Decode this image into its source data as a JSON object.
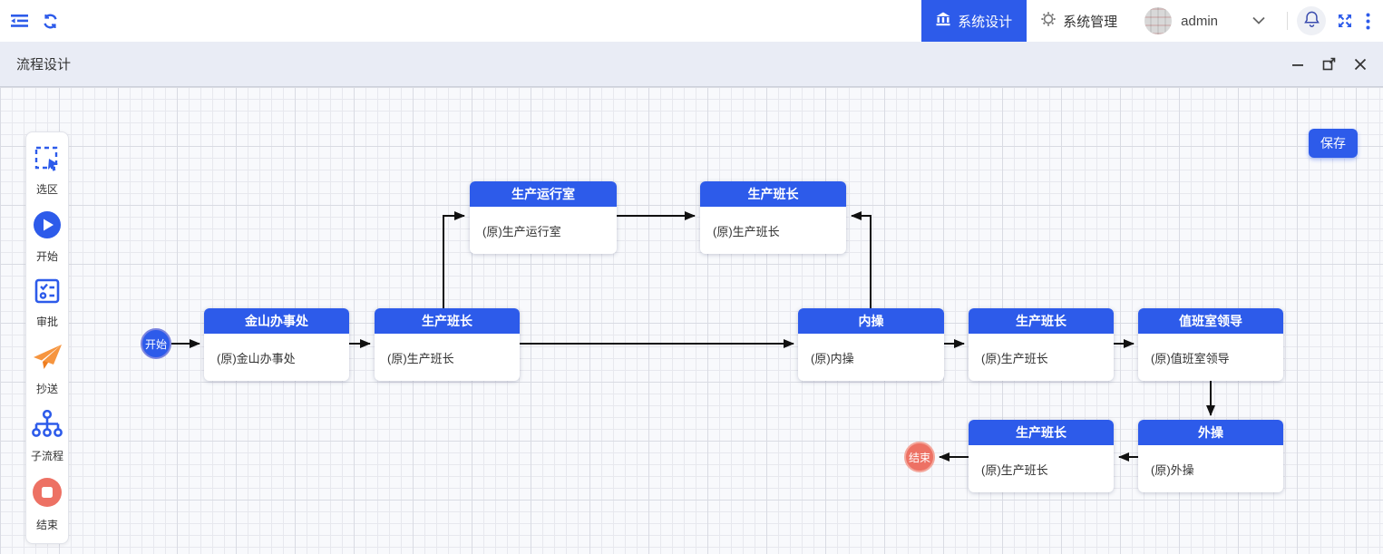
{
  "colors": {
    "accent": "#2d5bea",
    "end_red": "#ed7164",
    "cc_orange": "#f6953f"
  },
  "navbar": {
    "left_icons": [
      "menu-fold-icon",
      "refresh-icon"
    ],
    "tabs": [
      {
        "label": "系统设计",
        "icon": "bank-icon",
        "active": true
      },
      {
        "label": "系统管理",
        "icon": "gear-icon",
        "active": false
      }
    ],
    "user": {
      "name": "admin",
      "icons": [
        "avatar",
        "chevron-down-icon"
      ]
    },
    "right_icons": [
      "bell-icon",
      "fullscreen-icon",
      "more-dots-icon"
    ]
  },
  "panel": {
    "title": "流程设计",
    "controls": [
      "minimize-icon",
      "restore-icon",
      "close-icon"
    ]
  },
  "toolbar": {
    "items": [
      {
        "label": "选区",
        "icon": "marquee-select-icon"
      },
      {
        "label": "开始",
        "icon": "play-circle-icon"
      },
      {
        "label": "审批",
        "icon": "checklist-icon"
      },
      {
        "label": "抄送",
        "icon": "paper-plane-icon"
      },
      {
        "label": "子流程",
        "icon": "subflow-tree-icon"
      },
      {
        "label": "结束",
        "icon": "stop-circle-icon"
      }
    ]
  },
  "canvas": {
    "save_label": "保存",
    "start_label": "开始",
    "end_label": "结束",
    "nodes": [
      {
        "title": "金山办事处",
        "subtitle": "(原)金山办事处"
      },
      {
        "title": "生产班长",
        "subtitle": "(原)生产班长"
      },
      {
        "title": "生产运行室",
        "subtitle": "(原)生产运行室"
      },
      {
        "title": "生产班长",
        "subtitle": "(原)生产班长"
      },
      {
        "title": "内操",
        "subtitle": "(原)内操"
      },
      {
        "title": "生产班长",
        "subtitle": "(原)生产班长"
      },
      {
        "title": "值班室领导",
        "subtitle": "(原)值班室领导"
      },
      {
        "title": "外操",
        "subtitle": "(原)外操"
      },
      {
        "title": "生产班长",
        "subtitle": "(原)生产班长"
      }
    ]
  }
}
